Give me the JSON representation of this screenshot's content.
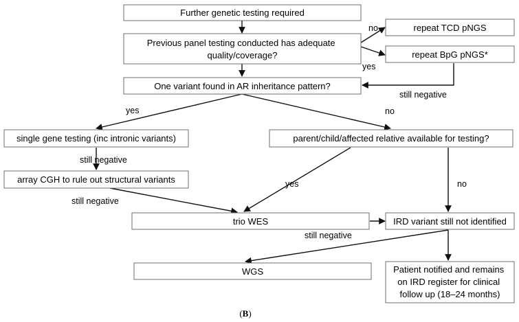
{
  "nodes": {
    "further_testing": [
      "Further genetic testing required"
    ],
    "panel_quality": [
      "Previous panel testing conducted has adequate",
      "quality/coverage?"
    ],
    "repeat_tcd": [
      "repeat TCD pNGS"
    ],
    "repeat_bpg": [
      "repeat BpG pNGS*"
    ],
    "one_variant": [
      "One variant found in AR inheritance pattern?"
    ],
    "single_gene": [
      "single gene testing (inc intronic variants)"
    ],
    "relative_available": [
      "parent/child/affected relative available for testing?"
    ],
    "array_cgh": [
      "array CGH to rule out structural variants"
    ],
    "trio_wes": [
      "trio WES"
    ],
    "ird_not_identified": [
      "IRD variant still not identified"
    ],
    "wgs": [
      "WGS"
    ],
    "patient_notified": [
      "Patient notified and remains",
      "on IRD register for clinical",
      "follow up (18–24 months)"
    ]
  },
  "edge_labels": {
    "no_to_tcd": "no",
    "yes_to_bpg": "yes",
    "bpg_still_negative": "still negative",
    "yes_single_gene": "yes",
    "no_relative": "no",
    "single_still_negative": "still negative",
    "yes_relative_trio": "yes",
    "no_relative_ird": "no",
    "array_still_negative": "still negative",
    "ird_still_negative": "still negative"
  },
  "caption": {
    "open": "(",
    "letter": "B",
    "close": ")"
  }
}
